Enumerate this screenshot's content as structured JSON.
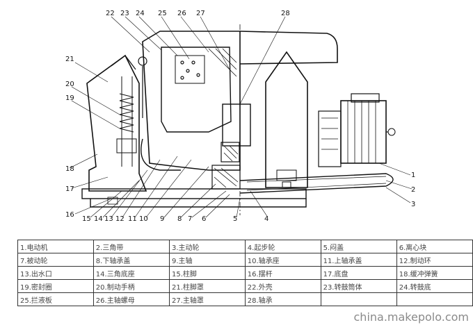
{
  "callouts": [
    "22",
    "23",
    "24",
    "25",
    "26",
    "27",
    "28",
    "21",
    "20",
    "19",
    "18",
    "17",
    "16",
    "15",
    "14",
    "13",
    "12",
    "11",
    "10",
    "9",
    "8",
    "7",
    "6",
    "5",
    "4",
    "1",
    "2",
    "3"
  ],
  "parts_table": [
    [
      "1.电动机",
      "2.三角带",
      "3.主动轮",
      "4.起步轮",
      "5.闷盖",
      "6.离心块"
    ],
    [
      "7.被动轮",
      "8.下轴承盖",
      "9.主轴",
      "10.轴承座",
      "11.上轴承盖",
      "12.制动环"
    ],
    [
      "13.出水口",
      "14.三角底座",
      "15.柱脚",
      "16.摆杆",
      "17.底盘",
      "18.缓冲弹簧"
    ],
    [
      "19.密封圈",
      "20.制动手柄",
      "21.柱脚罩",
      "22.外壳",
      "23.转鼓筒体",
      "24.转鼓底"
    ],
    [
      "25.拦液板",
      "26.主轴螺母",
      "27.主轴罩",
      "28.轴承",
      "",
      ""
    ]
  ],
  "watermark": "china.makepolo.com"
}
